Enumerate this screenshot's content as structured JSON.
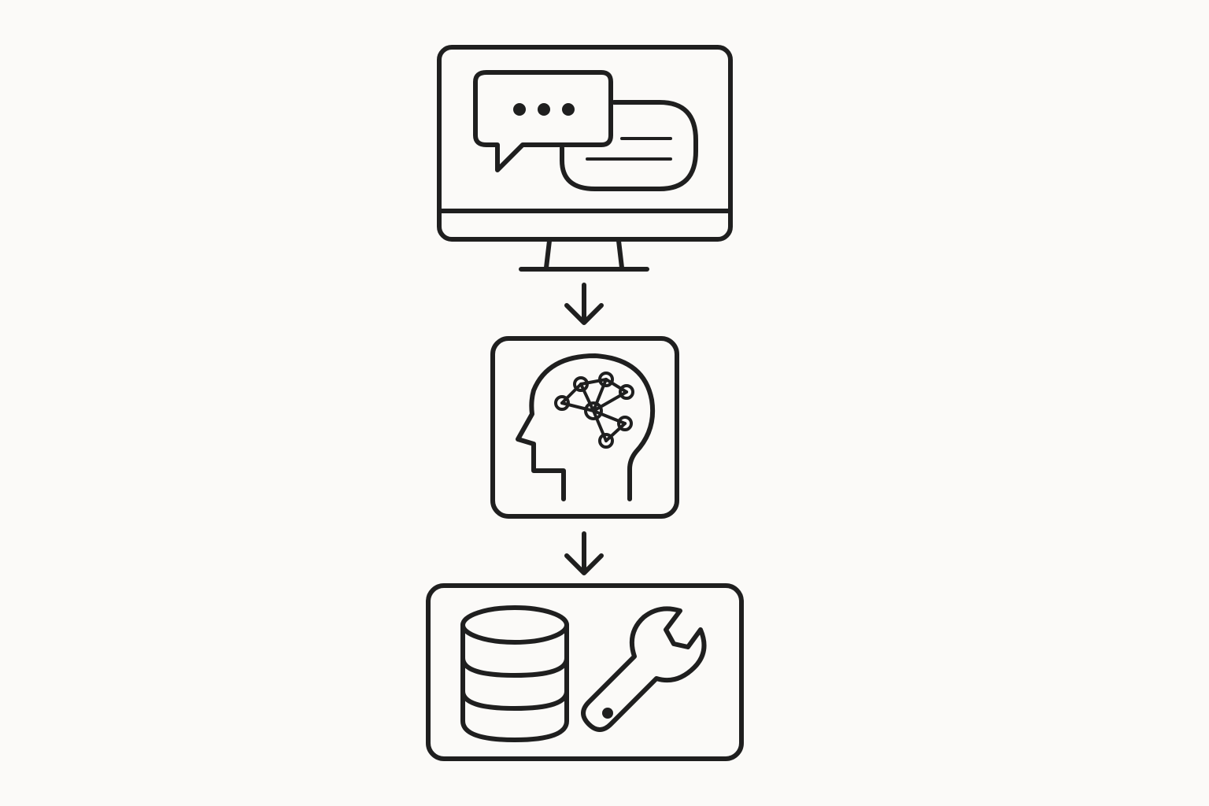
{
  "diagram": {
    "type": "vertical-flow",
    "nodes": [
      {
        "id": "chat-interface",
        "icon": "monitor-chat-icon",
        "contents": [
          "computer-monitor",
          "speech-bubble-ellipsis",
          "message-bubble-lines"
        ]
      },
      {
        "id": "ai-model",
        "icon": "ai-head-icon",
        "contents": [
          "human-head-profile",
          "neural-network-nodes"
        ]
      },
      {
        "id": "tools-data",
        "icon": "database-tools-icon",
        "contents": [
          "database",
          "wrench"
        ]
      }
    ],
    "edges": [
      {
        "from": "chat-interface",
        "to": "ai-model",
        "direction": "down"
      },
      {
        "from": "ai-model",
        "to": "tools-data",
        "direction": "down"
      }
    ],
    "colors": {
      "background": "#fbfaf8",
      "line": "#1f1f1f"
    }
  }
}
